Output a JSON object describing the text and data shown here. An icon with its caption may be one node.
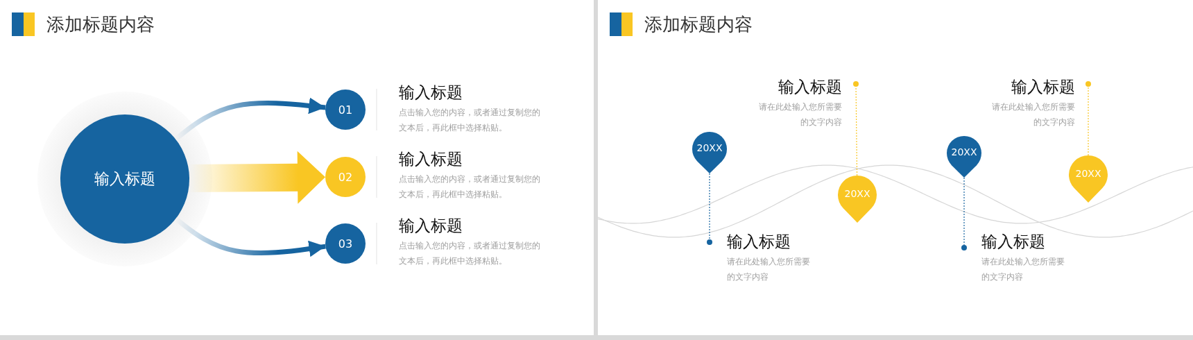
{
  "diagram": {
    "title": "添加标题内容",
    "nodes": [
      {
        "text": [
          "输入标题"
        ]
      },
      {
        "text": [
          "01"
        ],
        "beside": [
          "输入标题",
          "点击输入您的内容，或者通过复制您的文本后，再此框中选择粘贴。"
        ]
      },
      {
        "text": [
          "02"
        ],
        "beside": [
          "输入标题",
          "点击输入您的内容，或者通过复制您的文本后，再此框中选择粘贴。"
        ]
      },
      {
        "text": [
          "03"
        ],
        "beside": [
          "输入标题",
          "点击输入您的内容，或者通过复制您的文本后，再此框中选择粘贴。"
        ]
      },
      {
        "text": [
          "20XX"
        ]
      },
      {
        "text": [],
        "shape": "circle",
        "beside": [
          "输入标题",
          "请在此处输入您所需要的文字内容"
        ]
      },
      {
        "text": [
          "20XX"
        ]
      },
      {
        "text": [],
        "shape": "circle",
        "beside": [
          "输入标题",
          "请在此处输入您所需要的文字内容"
        ]
      },
      {
        "text": [
          "20XX"
        ]
      },
      {
        "text": [],
        "shape": "circle",
        "beside": [
          "输入标题",
          "请在此处输入您所需要的文字内容"
        ]
      },
      {
        "text": [
          "20XX"
        ]
      },
      {
        "text": [],
        "shape": "circle",
        "beside": [
          "输入标题",
          "请在此处输入您所需要的文字内容"
        ]
      }
    ],
    "edges": [
      {
        "from": 0,
        "to": 1,
        "arrow": "to"
      },
      {
        "from": 0,
        "to": 2,
        "arrow": "to",
        "style": "thick",
        "color": "#f9c623"
      },
      {
        "from": 0,
        "to": 3,
        "arrow": "to"
      },
      {
        "from": 4,
        "to": 5,
        "arrow": "none",
        "style": "dashed"
      },
      {
        "from": 6,
        "to": 7,
        "arrow": "none",
        "style": "dashed",
        "color": "#f9c623"
      },
      {
        "from": 8,
        "to": 9,
        "arrow": "none",
        "style": "dashed"
      },
      {
        "from": 10,
        "to": 11,
        "arrow": "none",
        "style": "dashed",
        "color": "#f9c623"
      }
    ],
    "labels": [
      "添加标题内容"
    ]
  }
}
